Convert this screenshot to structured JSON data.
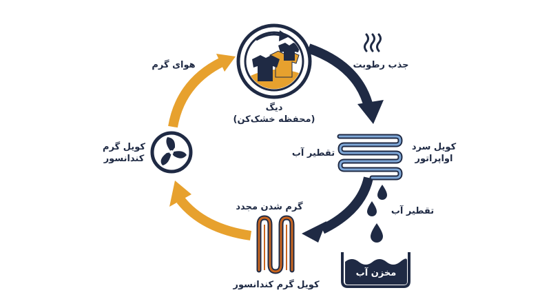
{
  "labels": {
    "drum_line1": "دیگ",
    "drum_line2": "(محفظه خشک‌کن)",
    "moisture": "جذب رطوبت",
    "evaporator_line1": "کویل سرد",
    "evaporator_line2": "اواپراتور",
    "condensation_coil": "تقطیر آب",
    "condensation_drops": "تقطیر آب",
    "tank": "مخزن آب",
    "reheat": "گرم شدن مجدد",
    "condenser": "کویل گرم کندانسور",
    "fan_line1": "کویل گرم",
    "fan_line2": "کندانسور",
    "hot_air": "هوای گرم"
  },
  "icons": {
    "drum": "dryer-drum-icon",
    "steam": "steam-icon",
    "evaporator": "cold-coil-icon",
    "drops": "water-drop-icon",
    "tank": "water-tank-icon",
    "condenser": "hot-coil-icon",
    "fan": "fan-icon"
  },
  "colors": {
    "navy": "#1f2a44",
    "orange": "#e7a12e",
    "light_blue": "#7fa8d8",
    "copper": "#c9651f"
  }
}
